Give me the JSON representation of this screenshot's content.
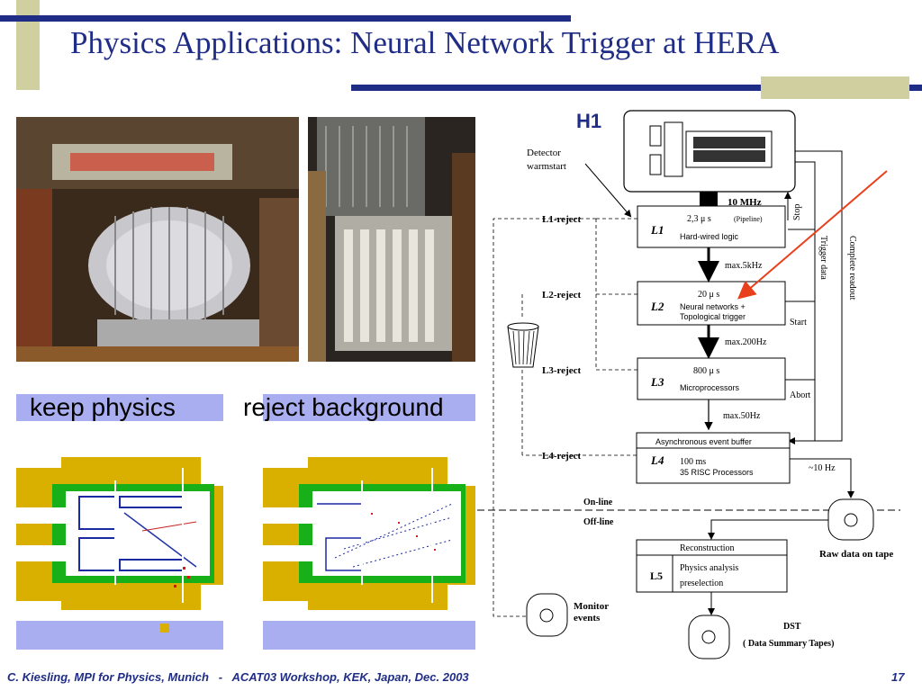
{
  "slide": {
    "title": "Physics Applications: Neural Network Trigger at HERA",
    "footer_left": "C. Kiesling, MPI for Physics, Munich   -   ACAT03 Workshop, KEK, Japan, Dec. 2003",
    "page_number": "17"
  },
  "captions": {
    "keep": "keep physics",
    "reject": "reject background"
  },
  "diagram": {
    "experiment_label": "H1",
    "detector_warmstart": [
      "Detector",
      "warmstart"
    ],
    "rate_10mhz": "10 MHz",
    "stop": "Stop",
    "trigger_data": "Trigger data",
    "complete_readout": "Complete readout",
    "levels": [
      {
        "reject": "L1-reject",
        "name": "L1",
        "time": "2,3 μ s",
        "note": "(Pipeline)",
        "desc": "Hard-wired logic"
      },
      {
        "reject": "L2-reject",
        "name": "L2",
        "time": "20 μ s",
        "desc_lines": [
          "Neural networks +",
          "Topological trigger"
        ]
      },
      {
        "reject": "L3-reject",
        "name": "L3",
        "time": "800 μ s",
        "desc": "Microprocessors"
      },
      {
        "reject": "L4-reject",
        "name": "L4",
        "buffer": "Asynchronous event buffer",
        "time": "100 ms",
        "desc": "35 RISC Processors"
      }
    ],
    "rates": [
      "max.5kHz",
      "max.200Hz",
      "max.50Hz",
      "~10 Hz"
    ],
    "start": "Start",
    "abort": "Abort",
    "online": "On-line",
    "offline": "Off-line",
    "raw_data": "Raw data on tape",
    "l5": {
      "name": "L5",
      "reconstruction": "Reconstruction",
      "analysis": "Physics analysis",
      "preselection": "preselection"
    },
    "monitor": [
      "Monitor",
      "events"
    ],
    "dst": [
      "DST",
      "( Data Summary Tapes)"
    ]
  },
  "colors": {
    "title": "#1f2d86",
    "accent_bar": "#1f2d86",
    "accent_block": "#cfcfa0",
    "caption_bg": "#a9aef0",
    "arrow_red": "#e8401c"
  }
}
